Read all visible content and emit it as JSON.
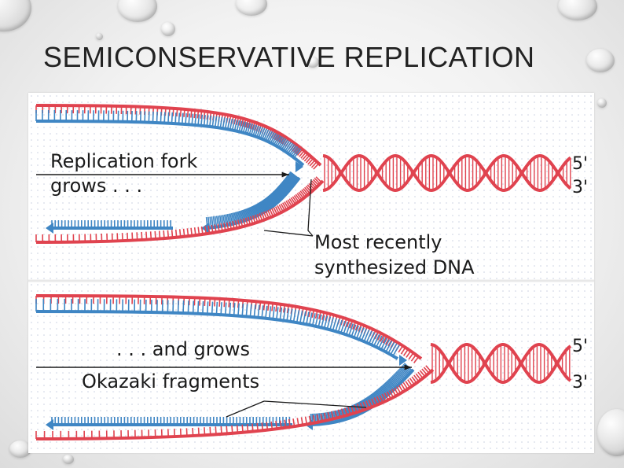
{
  "slide": {
    "title": "SEMICONSERVATIVE REPLICATION"
  },
  "figure": {
    "top_panel": {
      "label_line1": "Replication fork",
      "label_line2": "grows . . .",
      "callout_line1": "Most recently",
      "callout_line2": "synthesized DNA",
      "end_5": "5'",
      "end_3": "3'"
    },
    "bottom_panel": {
      "label_line1": ". . . and grows",
      "label_line2": "Okazaki fragments",
      "end_5": "5'",
      "end_3": "3'"
    },
    "colors": {
      "parental_strand": "#e0434f",
      "new_strand": "#3f86c4",
      "grid": "#c9cfe0"
    }
  }
}
